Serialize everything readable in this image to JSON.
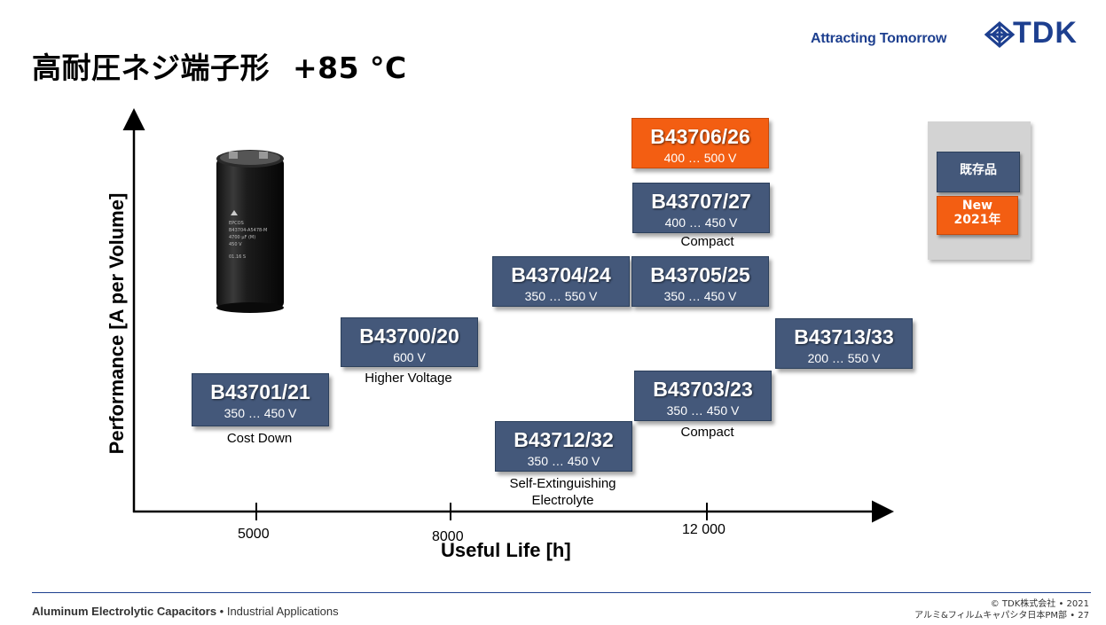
{
  "header": {
    "title": "高耐圧ネジ端子形",
    "temperature": "+85 °C",
    "tagline": "Attracting Tomorrow",
    "logo_text": "TDK"
  },
  "axes": {
    "x_label": "Useful Life [h]",
    "y_label": "Performance [A per Volume]",
    "x_ticks": [
      "5000",
      "8000",
      "12 000"
    ]
  },
  "products": [
    {
      "name": "B43701/21",
      "voltage": "350 … 450 V",
      "note": "Cost Down",
      "status": "existing"
    },
    {
      "name": "B43700/20",
      "voltage": "600 V",
      "note": "Higher Voltage",
      "status": "existing"
    },
    {
      "name": "B43704/24",
      "voltage": "350 … 550 V",
      "note": "",
      "status": "existing"
    },
    {
      "name": "B43712/32",
      "voltage": "350 … 450 V",
      "note": "Self-Extinguishing\nElectrolyte",
      "status": "existing"
    },
    {
      "name": "B43706/26",
      "voltage": "400 … 500 V",
      "note": "",
      "status": "new"
    },
    {
      "name": "B43707/27",
      "voltage": "400 … 450 V",
      "note": "Compact",
      "status": "existing"
    },
    {
      "name": "B43705/25",
      "voltage": "350 … 450 V",
      "note": "",
      "status": "existing"
    },
    {
      "name": "B43703/23",
      "voltage": "350 … 450 V",
      "note": "Compact",
      "status": "existing"
    },
    {
      "name": "B43713/33",
      "voltage": "200 … 550 V",
      "note": "",
      "status": "existing"
    }
  ],
  "legend": {
    "existing": "既存品",
    "new_line1": "New",
    "new_line2": "2021年"
  },
  "colors": {
    "existing": "#44587a",
    "new": "#f35e12",
    "brand": "#1d3f8f"
  },
  "footer": {
    "left_bold": "Aluminum Electrolytic Capacitors",
    "left_rest": " • Industrial Applications",
    "right_line1": "© TDK株式会社 • 2021",
    "right_line2": "アルミ&フィルムキャパシタ日本PM部 • 27"
  }
}
